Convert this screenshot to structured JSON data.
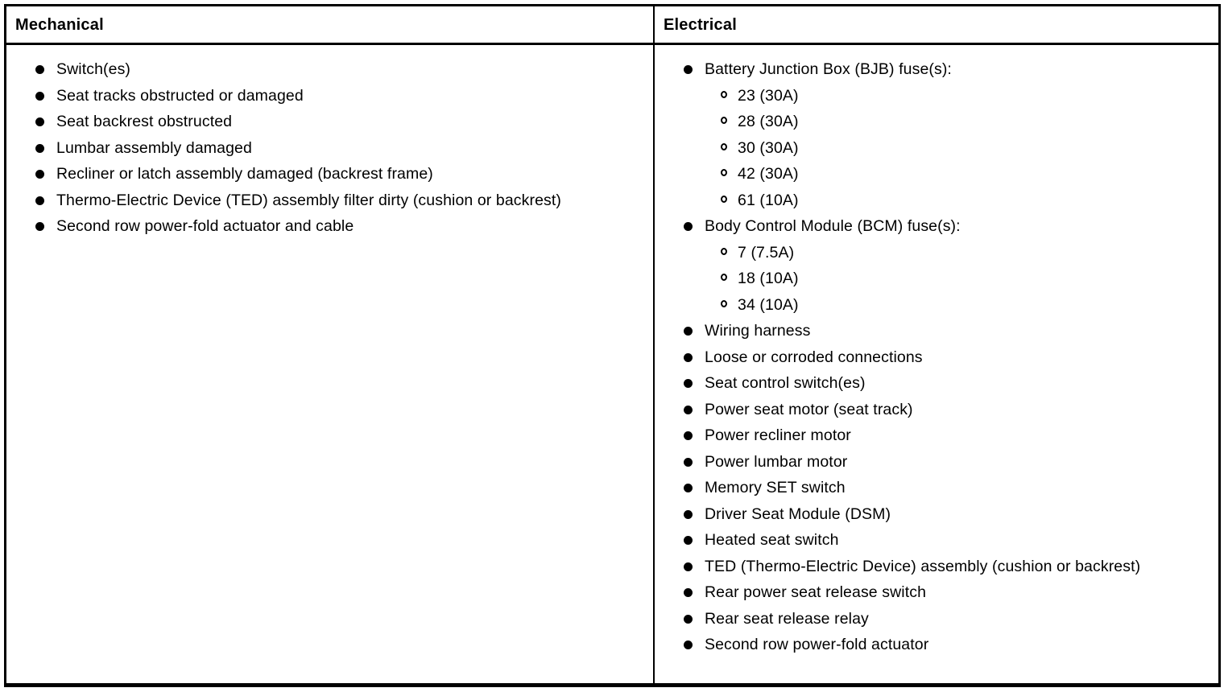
{
  "table": {
    "columns": [
      {
        "header": "Mechanical",
        "items": [
          {
            "text": "Switch(es)"
          },
          {
            "text": "Seat tracks obstructed or damaged"
          },
          {
            "text": "Seat backrest obstructed"
          },
          {
            "text": "Lumbar assembly damaged"
          },
          {
            "text": "Recliner or latch assembly damaged (backrest frame)"
          },
          {
            "text": "Thermo-Electric Device (TED) assembly filter dirty (cushion or backrest)"
          },
          {
            "text": "Second row power-fold actuator and cable"
          }
        ]
      },
      {
        "header": "Electrical",
        "items": [
          {
            "text": "Battery Junction Box (BJB) fuse(s):",
            "sub": [
              "23 (30A)",
              "28 (30A)",
              "30 (30A)",
              "42 (30A)",
              "61 (10A)"
            ]
          },
          {
            "text": "Body Control Module (BCM) fuse(s):",
            "sub": [
              "7 (7.5A)",
              "18 (10A)",
              "34 (10A)"
            ]
          },
          {
            "text": "Wiring harness"
          },
          {
            "text": "Loose or corroded connections"
          },
          {
            "text": "Seat control switch(es)"
          },
          {
            "text": "Power seat motor (seat track)"
          },
          {
            "text": "Power recliner motor"
          },
          {
            "text": "Power lumbar motor"
          },
          {
            "text": "Memory SET switch"
          },
          {
            "text": "Driver Seat Module (DSM)"
          },
          {
            "text": "Heated seat switch"
          },
          {
            "text": "TED (Thermo-Electric Device) assembly (cushion or backrest)"
          },
          {
            "text": "Rear power seat release switch"
          },
          {
            "text": "Rear seat release relay"
          },
          {
            "text": "Second row power-fold actuator"
          }
        ]
      }
    ],
    "colors": {
      "border": "#000000",
      "text": "#000000",
      "background": "#ffffff"
    }
  }
}
